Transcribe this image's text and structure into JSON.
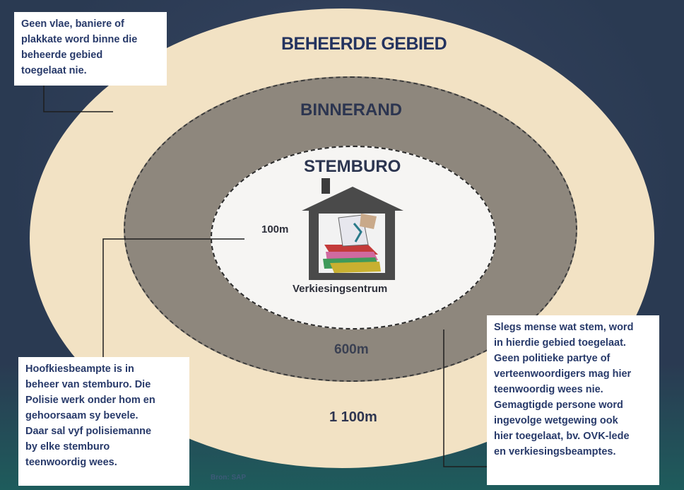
{
  "zones": {
    "outer_title": "BEHEERDE GEBIED",
    "middle_title": "BINNERAND",
    "inner_title": "STEMBURO",
    "inner_distance": "100m",
    "middle_distance": "600m",
    "outer_distance": "1 100m",
    "building_caption": "Verkiesingsentrum"
  },
  "notes": {
    "top_left": "Geen vlae, baniere of\nplakkate word binne die\nbeheerde gebied\ntoegelaat nie.",
    "bottom_left": "Hoofkiesbeampte is in\nbeheer van stemburo. Die\nPolisie werk onder hom en\ngehoorsaam sy bevele.\nDaar sal vyf polisiemanne\nby elke stemburo\nteenwoordig wees.",
    "bottom_right": "Slegs mense wat stem, word\nin hierdie gebied toegelaat.\nGeen politieke partye of\nverteenwoordigers mag hier\nteenwoordig wees nie.\nGemagtigde persone word\ningevolge wetgewing ook\nhier toegelaat, bv. OVK-lede\nen verkiesingsbeamptes."
  },
  "source": "Bron: SAP",
  "colors": {
    "background": "#2a3a52",
    "outer_zone": "#f2e2c4",
    "middle_zone": "#8e877d",
    "inner_zone": "#f6f5f3",
    "title_text": "#24335f",
    "note_text": "#283a6a"
  },
  "icons": [
    "polling-station-house-icon",
    "ballot-box-icon"
  ]
}
